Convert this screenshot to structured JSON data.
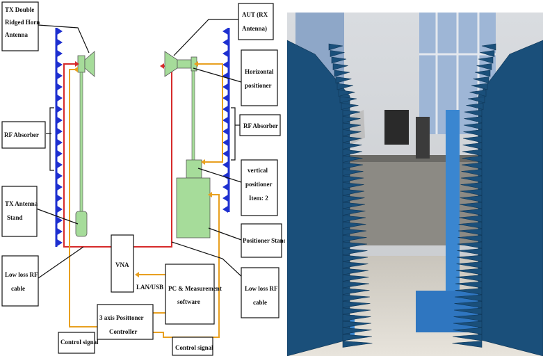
{
  "labels": {
    "tx_antenna": [
      "TX Double",
      "Ridged Horn",
      "Antenna"
    ],
    "rf_absorber_left": [
      "RF Absorber"
    ],
    "tx_stand": [
      "TX Antenna",
      "Stand"
    ],
    "cable_left": [
      "Low loss RF",
      "cable"
    ],
    "control_left": [
      "Control signal"
    ],
    "aut": [
      "AUT (RX",
      "Antenna)"
    ],
    "h_positioner": [
      "Horizontal",
      "positioner"
    ],
    "rf_absorber_right": [
      "RF Absorber"
    ],
    "v_positioner": [
      "vertical",
      "positioner",
      "Item: 2"
    ],
    "positioner_stand": [
      "Positioner Stand"
    ],
    "cable_right": [
      "Low loss RF",
      "cable"
    ],
    "control_bottom": [
      "Control signal"
    ],
    "vna": [
      "VNA"
    ],
    "pc": [
      "PC & Measurement",
      "software"
    ],
    "controller": [
      "3 axis Posittoner",
      "Controller"
    ],
    "lan": [
      "LAN/USB"
    ]
  },
  "colors": {
    "rf_cable": "#d62a2a",
    "control": "#e8a020",
    "absorber": "#1d2fd0",
    "equipment": "#a6dc9a",
    "photo_absorber": "#1a4f7a",
    "photo_stand": "#3a86d0"
  }
}
